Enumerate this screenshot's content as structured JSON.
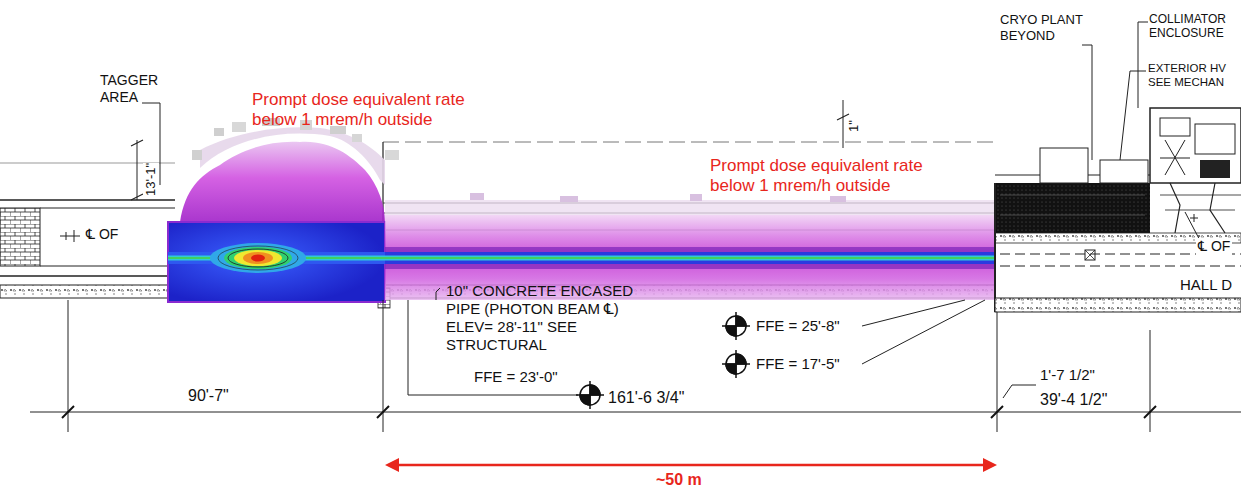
{
  "diagram": {
    "labels": [
      "TAGGER AREA",
      "13'-1\"",
      "Prompt dose equivalent rate below 1 mrem/h outside",
      "Prompt dose equivalent rate below 1 mrem/h outside",
      "1\"",
      "CRYO PLANT BEYOND",
      "COLLIMATOR ENCLOSURE",
      "EXTERIOR HV SEE MECHAN",
      "℄ OF",
      "℄ OF",
      "HALL D",
      "10\" CONCRETE ENCASED PIPE (PHOTON BEAM ℄) ELEV= 28'-11\" SEE STRUCTURAL",
      "FFE = 25'-8\"",
      "FFE = 17'-5\"",
      "FFE = 23'-0\"",
      "90'-7\"",
      "161'-6 3/4\"",
      "1'-7 1/2\"",
      "39'-4 1/2\"",
      "~50 m"
    ]
  }
}
